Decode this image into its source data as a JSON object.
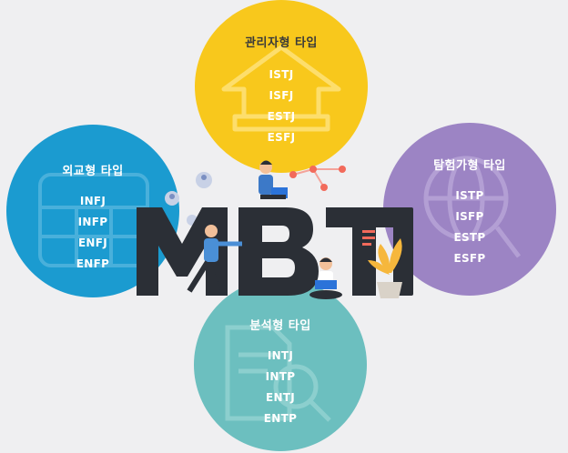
{
  "colors": {
    "background": "#efeff1",
    "top_circle": "#f8c81c",
    "left_circle": "#1b9bd0",
    "right_circle": "#9c84c4",
    "bottom_circle": "#6cbfbf",
    "logo_text": "#2b2f36",
    "accent_coral": "#f26a5b"
  },
  "groups": {
    "top": {
      "title": "관리자형 타입",
      "types": [
        "ISTJ",
        "ISFJ",
        "ESTJ",
        "ESFJ"
      ],
      "icon": "arrow-up-icon"
    },
    "left": {
      "title": "외교형 타입",
      "types": [
        "INFJ",
        "INFP",
        "ENFJ",
        "ENFP"
      ],
      "icon": "calculator-icon"
    },
    "right": {
      "title": "탐험가형 타입",
      "types": [
        "ISTP",
        "ISFP",
        "ESTP",
        "ESFP"
      ],
      "icon": "globe-search-icon"
    },
    "bottom": {
      "title": "분석형 타입",
      "types": [
        "INTJ",
        "INTP",
        "ENTJ",
        "ENTP"
      ],
      "icon": "document-magnifier-icon"
    }
  },
  "center_logo": {
    "letters": [
      "M",
      "B",
      "T",
      "I"
    ]
  }
}
